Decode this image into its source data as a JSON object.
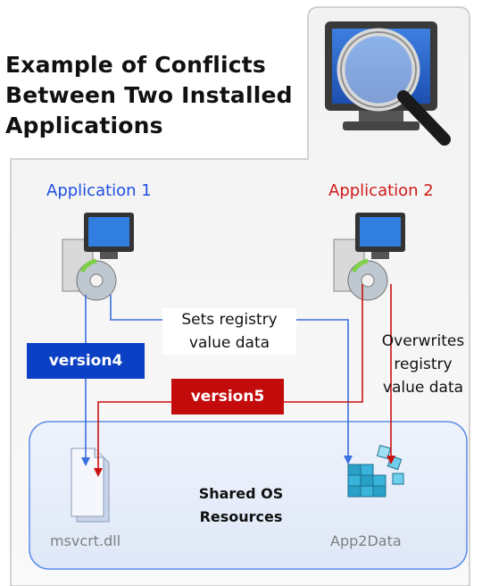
{
  "title": {
    "lines": [
      "Example of Conflicts",
      "Between Two Installed",
      "Applications"
    ]
  },
  "app1": {
    "label": "Application 1",
    "color": "#1f4fe0"
  },
  "app2": {
    "label": "Application 2",
    "color": "#d11a1a"
  },
  "notes": {
    "sets": [
      "Sets registry",
      "value data"
    ],
    "overwrites": [
      "Overwrites",
      "registry",
      "value data"
    ]
  },
  "tags": {
    "version4": {
      "label": "version4",
      "color": "#0b3fc4"
    },
    "version5": {
      "label": "version5",
      "color": "#c40b0b"
    }
  },
  "shared": {
    "label_lines": [
      "Shared OS",
      "Resources"
    ],
    "dll_label": "msvcrt.dll",
    "data_label": "App2Data"
  },
  "icons": [
    "computer-search-icon",
    "installer-icon",
    "document-icon",
    "registry-icon"
  ]
}
